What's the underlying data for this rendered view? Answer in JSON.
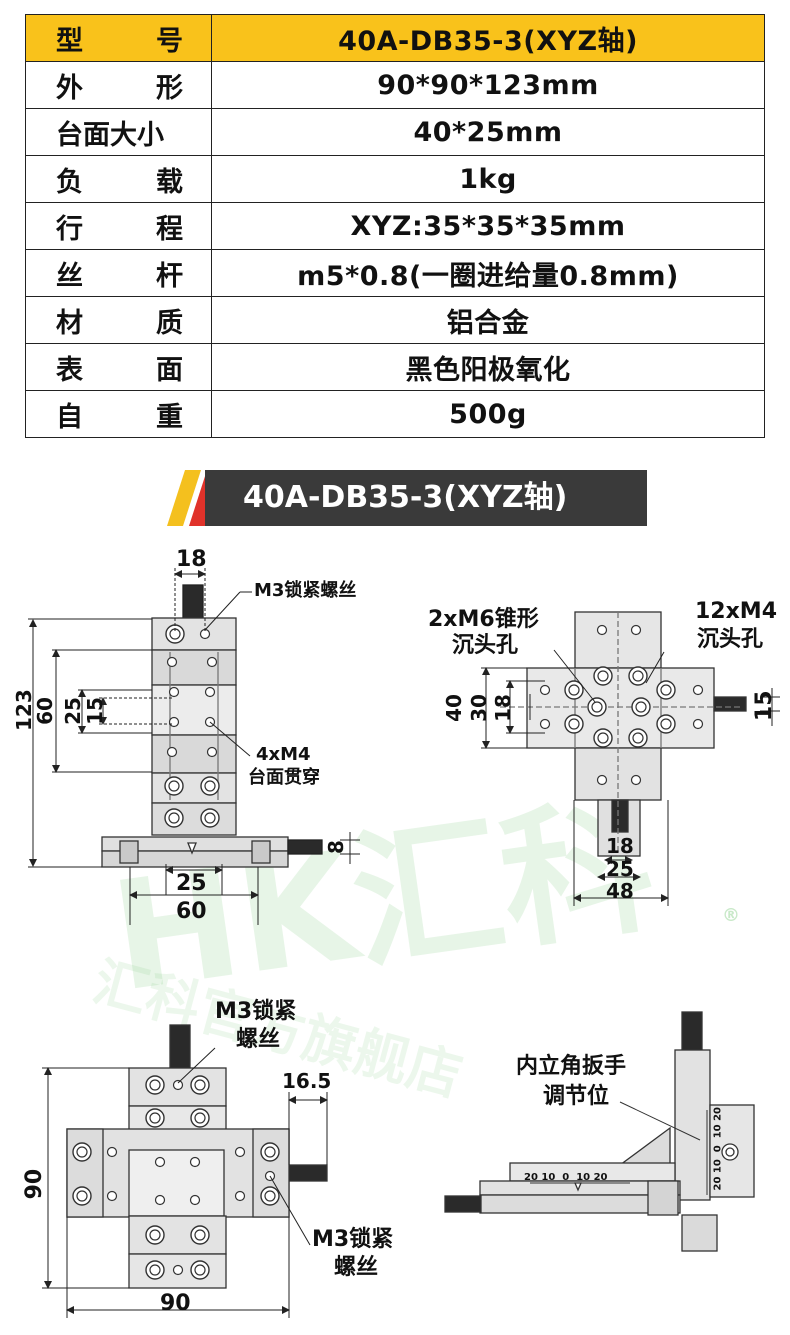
{
  "spec_table": {
    "header": {
      "key": [
        "型",
        "号"
      ],
      "value": "40A-DB35-3(XYZ轴)"
    },
    "rows": [
      {
        "key": [
          "外",
          "形"
        ],
        "value": "90*90*123mm"
      },
      {
        "key": [
          "台面大小"
        ],
        "value": "40*25mm"
      },
      {
        "key": [
          "负",
          "载"
        ],
        "value": "1kg"
      },
      {
        "key": [
          "行",
          "程"
        ],
        "value": "XYZ:35*35*35mm"
      },
      {
        "key": [
          "丝",
          "杆"
        ],
        "value": "m5*0.8(一圈进给量0.8mm)"
      },
      {
        "key": [
          "材",
          "质"
        ],
        "value": "铝合金"
      },
      {
        "key": [
          "表",
          "面"
        ],
        "value": "黑色阳极氧化"
      },
      {
        "key": [
          "自",
          "重"
        ],
        "value": "500g"
      }
    ]
  },
  "section_title": "40A-DB35-3(XYZ轴)",
  "colors": {
    "header_bg": "#f9c21b",
    "banner_bg": "#3a3a3a",
    "stripe_yellow": "#f4c01e",
    "stripe_red": "#e0322a"
  },
  "drawing_front": {
    "dim_top": "18",
    "callout_screw": "M3锁紧螺丝",
    "dim_height": "123",
    "dim_60v": "60",
    "dim_25v": "25",
    "dim_15v": "15",
    "callout_holes_1": "4xM4",
    "callout_holes_2": "台面贯穿",
    "dim_8": "8",
    "dim_25h": "25",
    "dim_60h": "60"
  },
  "drawing_top": {
    "callout_left_1": "2xM6锥形",
    "callout_left_2": "沉头孔",
    "callout_right_1": "12xM4",
    "callout_right_2": "沉头孔",
    "dim_40v": "40",
    "dim_30v": "30",
    "dim_18v": "18",
    "dim_15v": "15",
    "dim_18h": "18",
    "dim_25h": "25",
    "dim_48h": "48"
  },
  "drawing_plan": {
    "callout_top_1": "M3锁紧",
    "callout_top_2": "螺丝",
    "dim_16_5": "16.5",
    "dim_90v": "90",
    "dim_90h": "90",
    "callout_bottom_1": "M3锁紧",
    "callout_bottom_2": "螺丝"
  },
  "drawing_side": {
    "callout_1": "内立角扳手",
    "callout_2": "调节位",
    "scale_h": "20 10  0  10 20",
    "scale_v": "20 10  0  10 20"
  },
  "watermark": {
    "logo": "HK汇科",
    "text": "汇科官方旗舰店",
    "registered": "®"
  }
}
